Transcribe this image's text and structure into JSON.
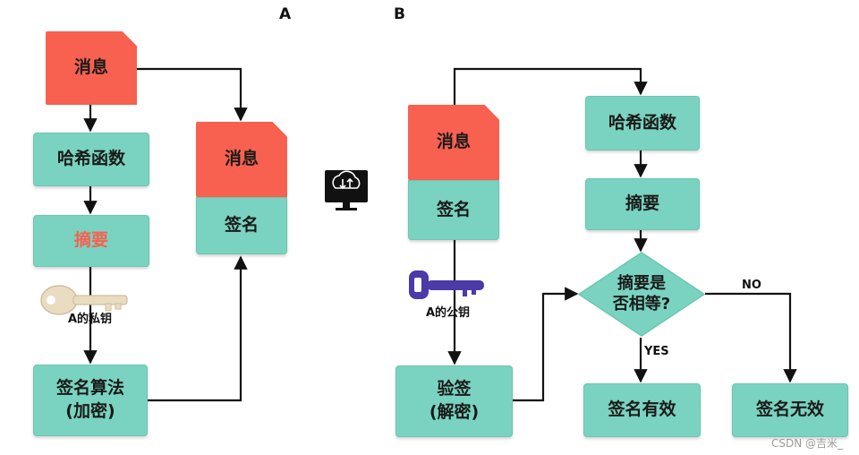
{
  "panels": {
    "a": "A",
    "b": "B"
  },
  "panel_a": {
    "message": "消息",
    "hash": "哈希函数",
    "digest": "摘要",
    "key_label": "A的私钥",
    "sign_algo": "签名算法\n(加密)",
    "doc_message": "消息",
    "doc_signature": "签名"
  },
  "panel_b": {
    "message": "消息",
    "signature": "签名",
    "key_label": "A的公钥",
    "verify": "验签\n(解密)",
    "hash": "哈希函数",
    "digest": "摘要",
    "decision": "摘要是\n否相等?",
    "yes": "YES",
    "no": "NO",
    "valid": "签名有效",
    "invalid": "签名无效"
  },
  "colors": {
    "teal": "#79d3c0",
    "red": "#f8604f",
    "private_key": "#e9dcc0",
    "public_key": "#4b3aa8"
  },
  "icons": {
    "transfer": "cloud-monitor-icon"
  },
  "watermark": "CSDN @吉米_"
}
